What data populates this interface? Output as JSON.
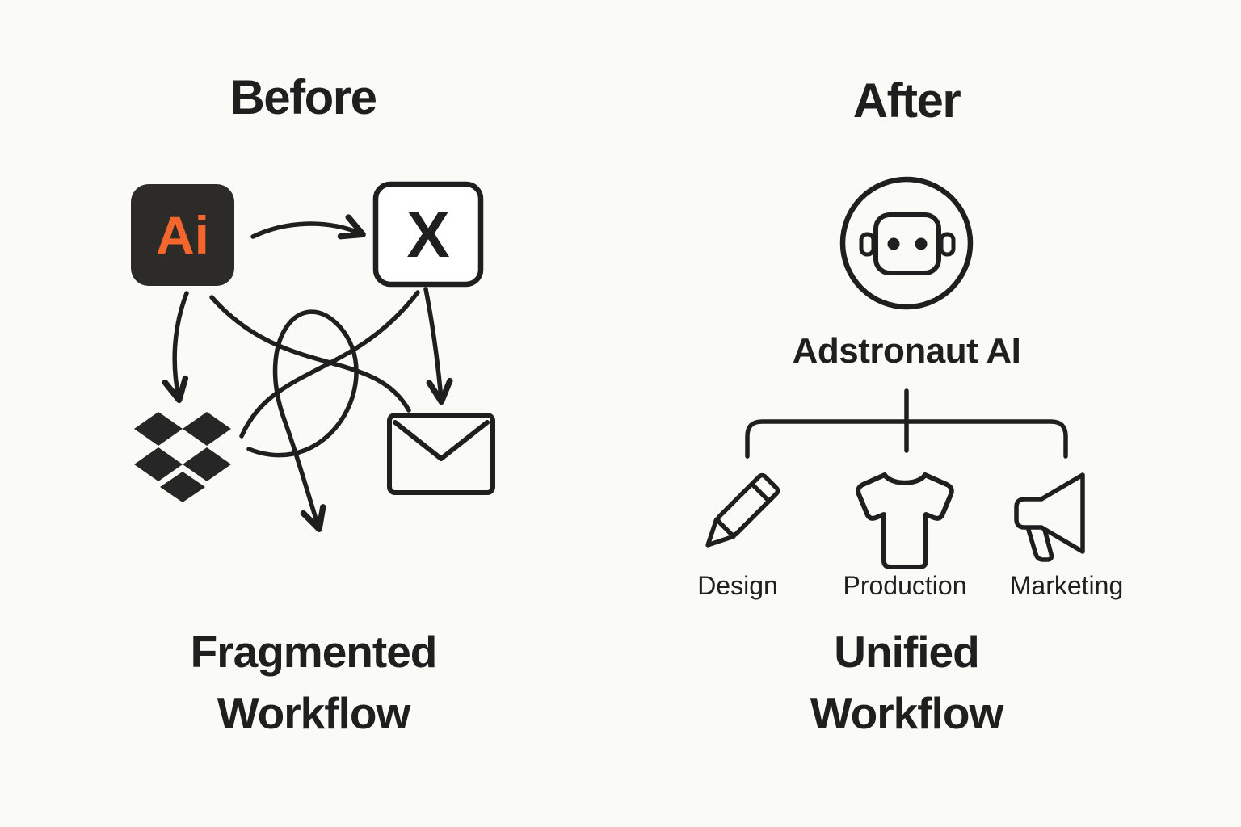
{
  "left": {
    "heading": "Before",
    "caption_line1": "Fragmented",
    "caption_line2": "Workflow",
    "icons": {
      "illustrator_label": "Ai",
      "x_label": "X",
      "names": [
        "adobe-illustrator-icon",
        "x-app-icon",
        "dropbox-icon",
        "email-envelope-icon"
      ]
    }
  },
  "right": {
    "heading": "After",
    "ai_name": "Adstronaut AI",
    "robot_icon": "robot-face-icon",
    "branches": [
      {
        "label": "Design",
        "icon": "pencil-icon"
      },
      {
        "label": "Production",
        "icon": "tshirt-icon"
      },
      {
        "label": "Marketing",
        "icon": "megaphone-icon"
      }
    ],
    "caption_line1": "Unified",
    "caption_line2": "Workflow"
  },
  "colors": {
    "background": "#FAFAF6",
    "ink": "#1F1F1F",
    "accent_orange": "#F4662B",
    "illustrator_bg": "#2D2B28"
  }
}
